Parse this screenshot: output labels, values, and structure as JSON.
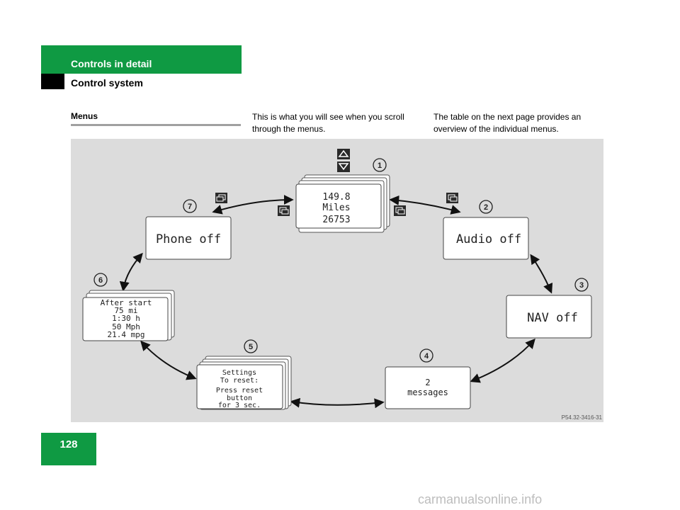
{
  "header": {
    "section": "Controls in detail",
    "subsection": "Control system"
  },
  "intro": {
    "label": "Menus",
    "col1": "This is what you will see when you scroll through the menus.",
    "col2": "The table on the next page provides an overview of the individual menus."
  },
  "diagram": {
    "trip": {
      "number": "1",
      "lines": [
        "149.8",
        "Miles",
        "26753"
      ]
    },
    "audio": {
      "number": "2",
      "lines": [
        "Audio off"
      ]
    },
    "nav": {
      "number": "3",
      "lines": [
        "NAV off"
      ]
    },
    "messages": {
      "number": "4",
      "lines": [
        "2",
        "messages"
      ]
    },
    "settings": {
      "number": "5",
      "lines": [
        "Settings",
        "To reset:",
        "Press reset",
        "button",
        "for 3 sec."
      ]
    },
    "after_start": {
      "number": "6",
      "lines": [
        "After start",
        "75 mi",
        "1:30 h",
        "50 Mph",
        "21.4 mpg"
      ]
    },
    "phone": {
      "number": "7",
      "lines": [
        "Phone off"
      ]
    },
    "figure_code": "P54.32-3416-31"
  },
  "page_number": "128",
  "watermark": "carmanualsonline.info"
}
